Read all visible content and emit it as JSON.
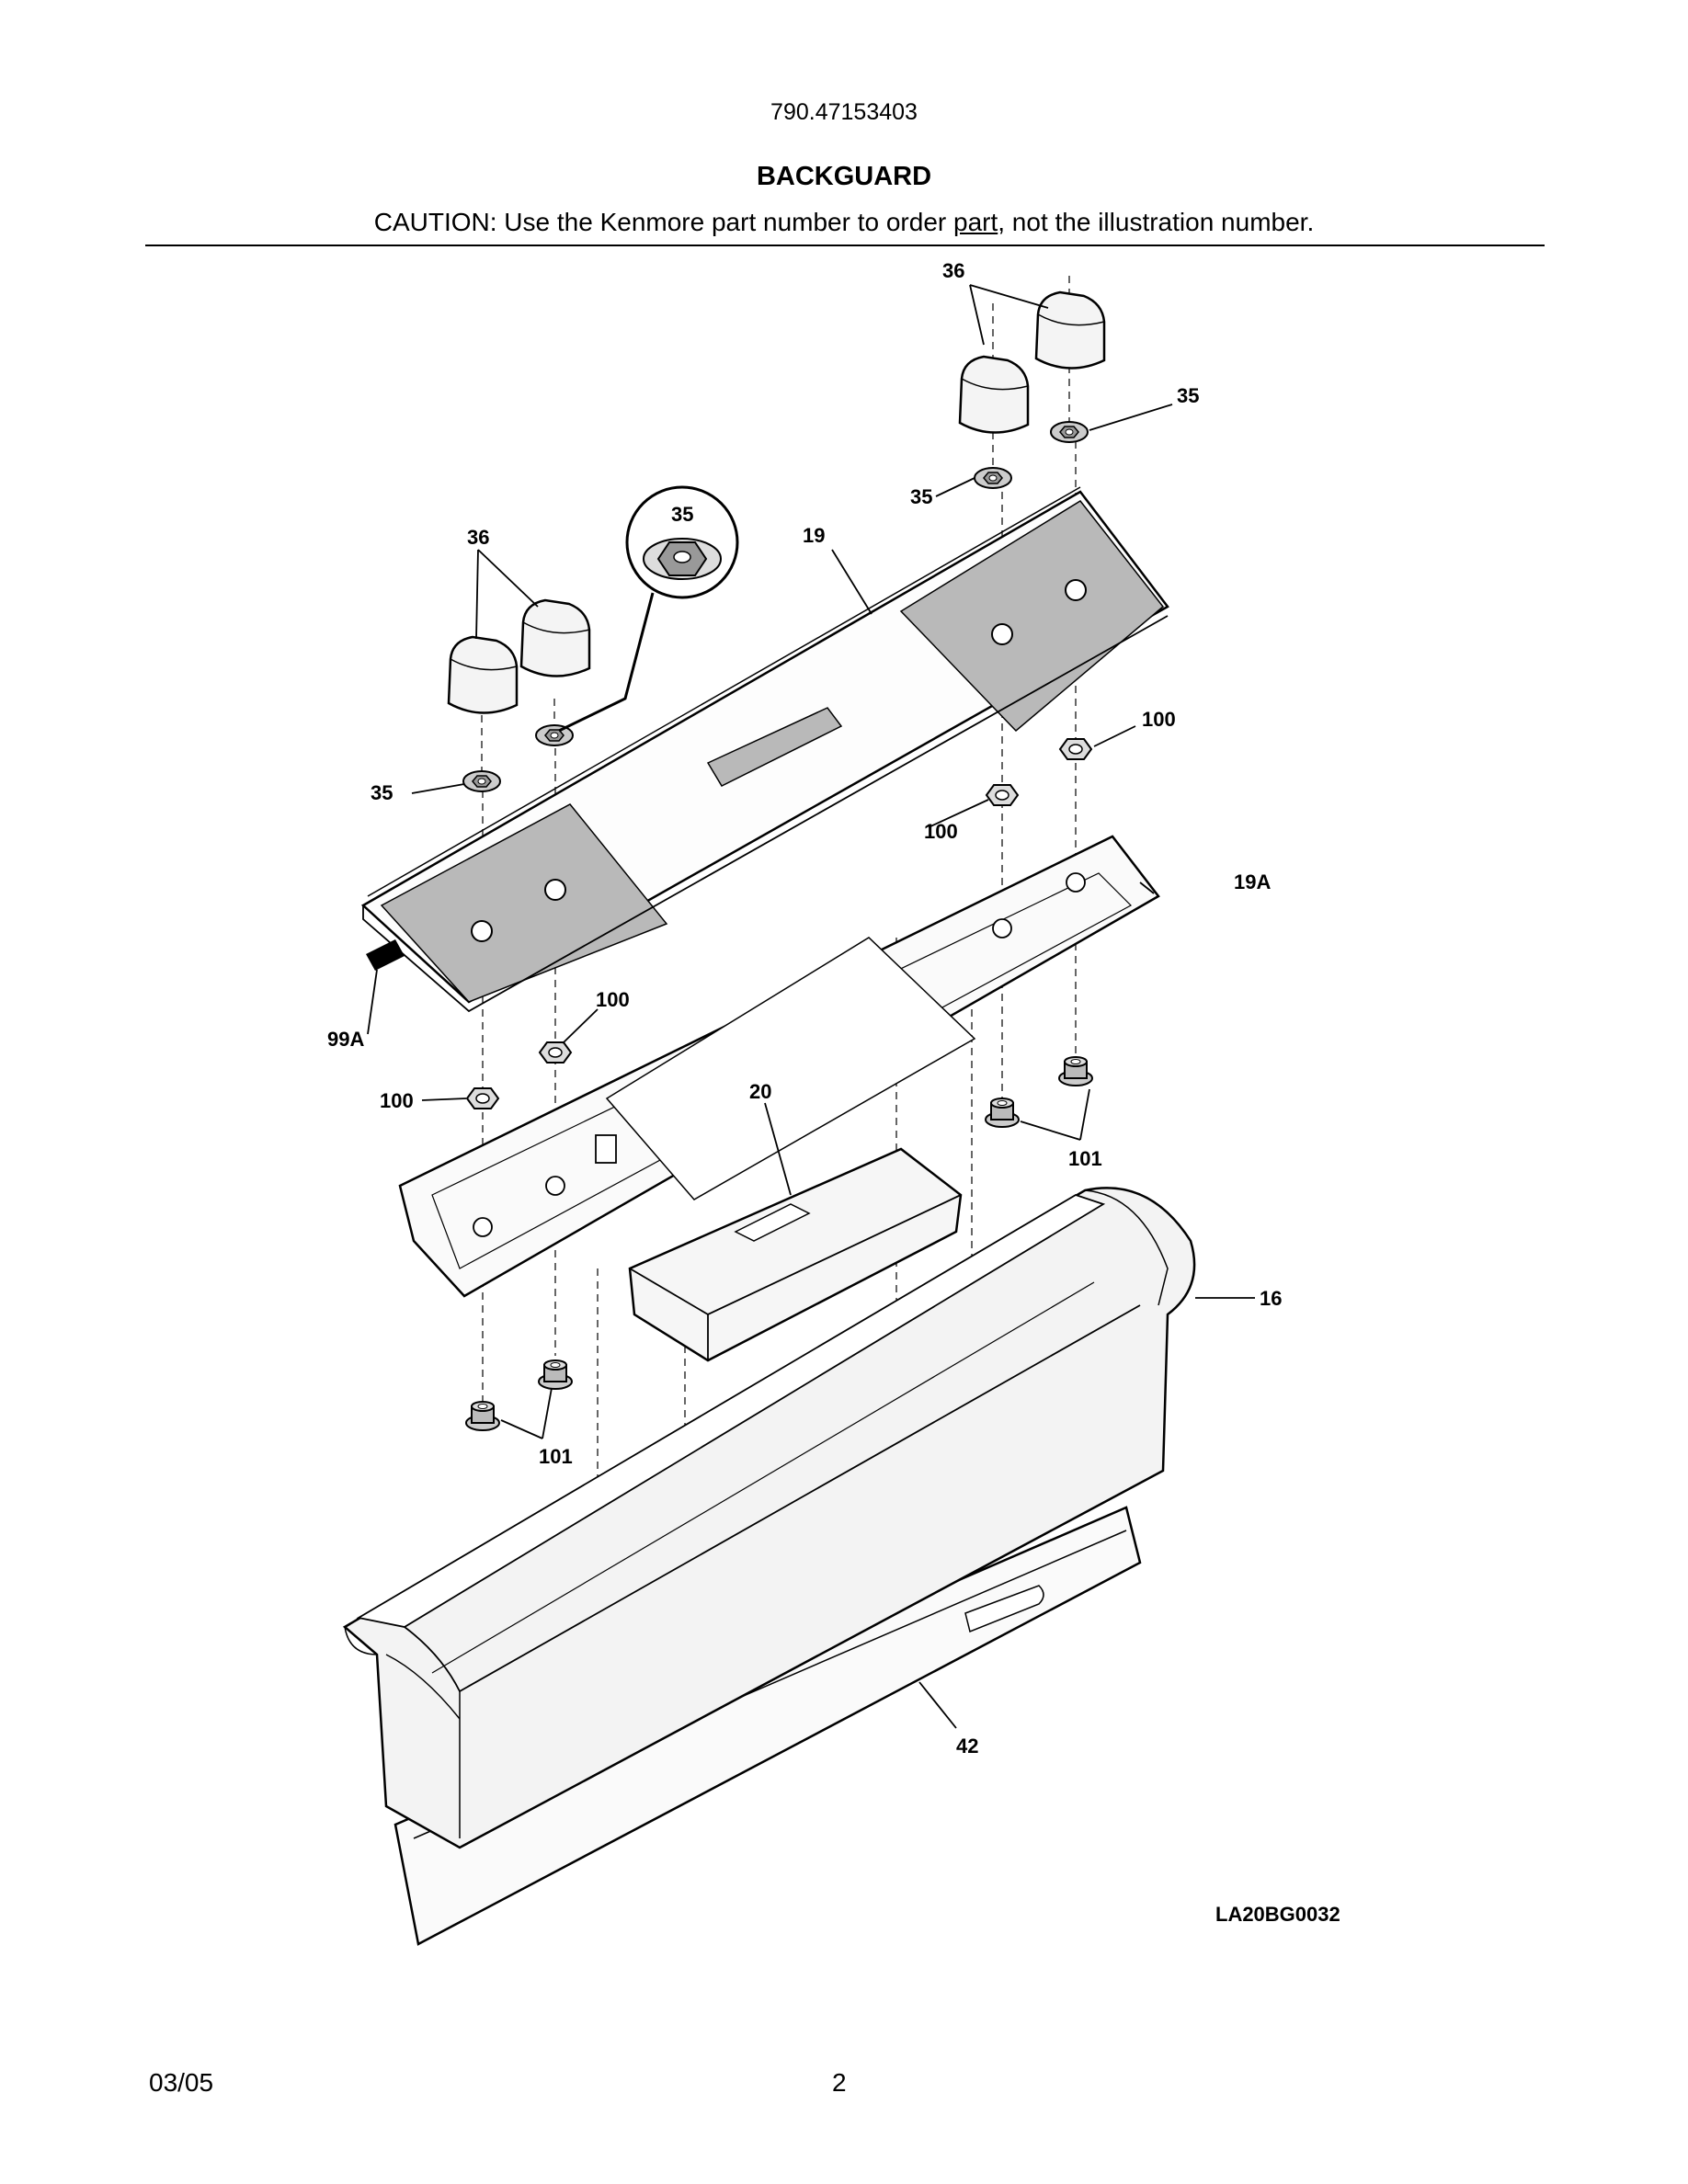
{
  "header": {
    "model_number": "790.47153403",
    "section_title": "BACKGUARD",
    "caution_prefix": "CAUTION: Use the Kenmore part number to order ",
    "caution_underlined": "part",
    "caution_suffix": ", not the illustration number."
  },
  "diagram": {
    "callouts": {
      "knobs_right": "36",
      "knobs_left": "36",
      "nut_right_top": "35",
      "nut_right_mid": "35",
      "nut_detail": "35",
      "nut_left": "35",
      "panel": "19",
      "panel_bracket": "19A",
      "bezel": "99A",
      "hex_nut_right_upper": "100",
      "hex_nut_right_lower": "100",
      "hex_nut_left_upper": "100",
      "hex_nut_left_lower": "100",
      "control_board": "20",
      "flange_nut_right": "101",
      "flange_nut_left": "101",
      "backguard_housing": "16",
      "trim_strip": "42"
    },
    "reference_code": "LA20BG0032"
  },
  "footer": {
    "date": "03/05",
    "page_number": "2"
  }
}
